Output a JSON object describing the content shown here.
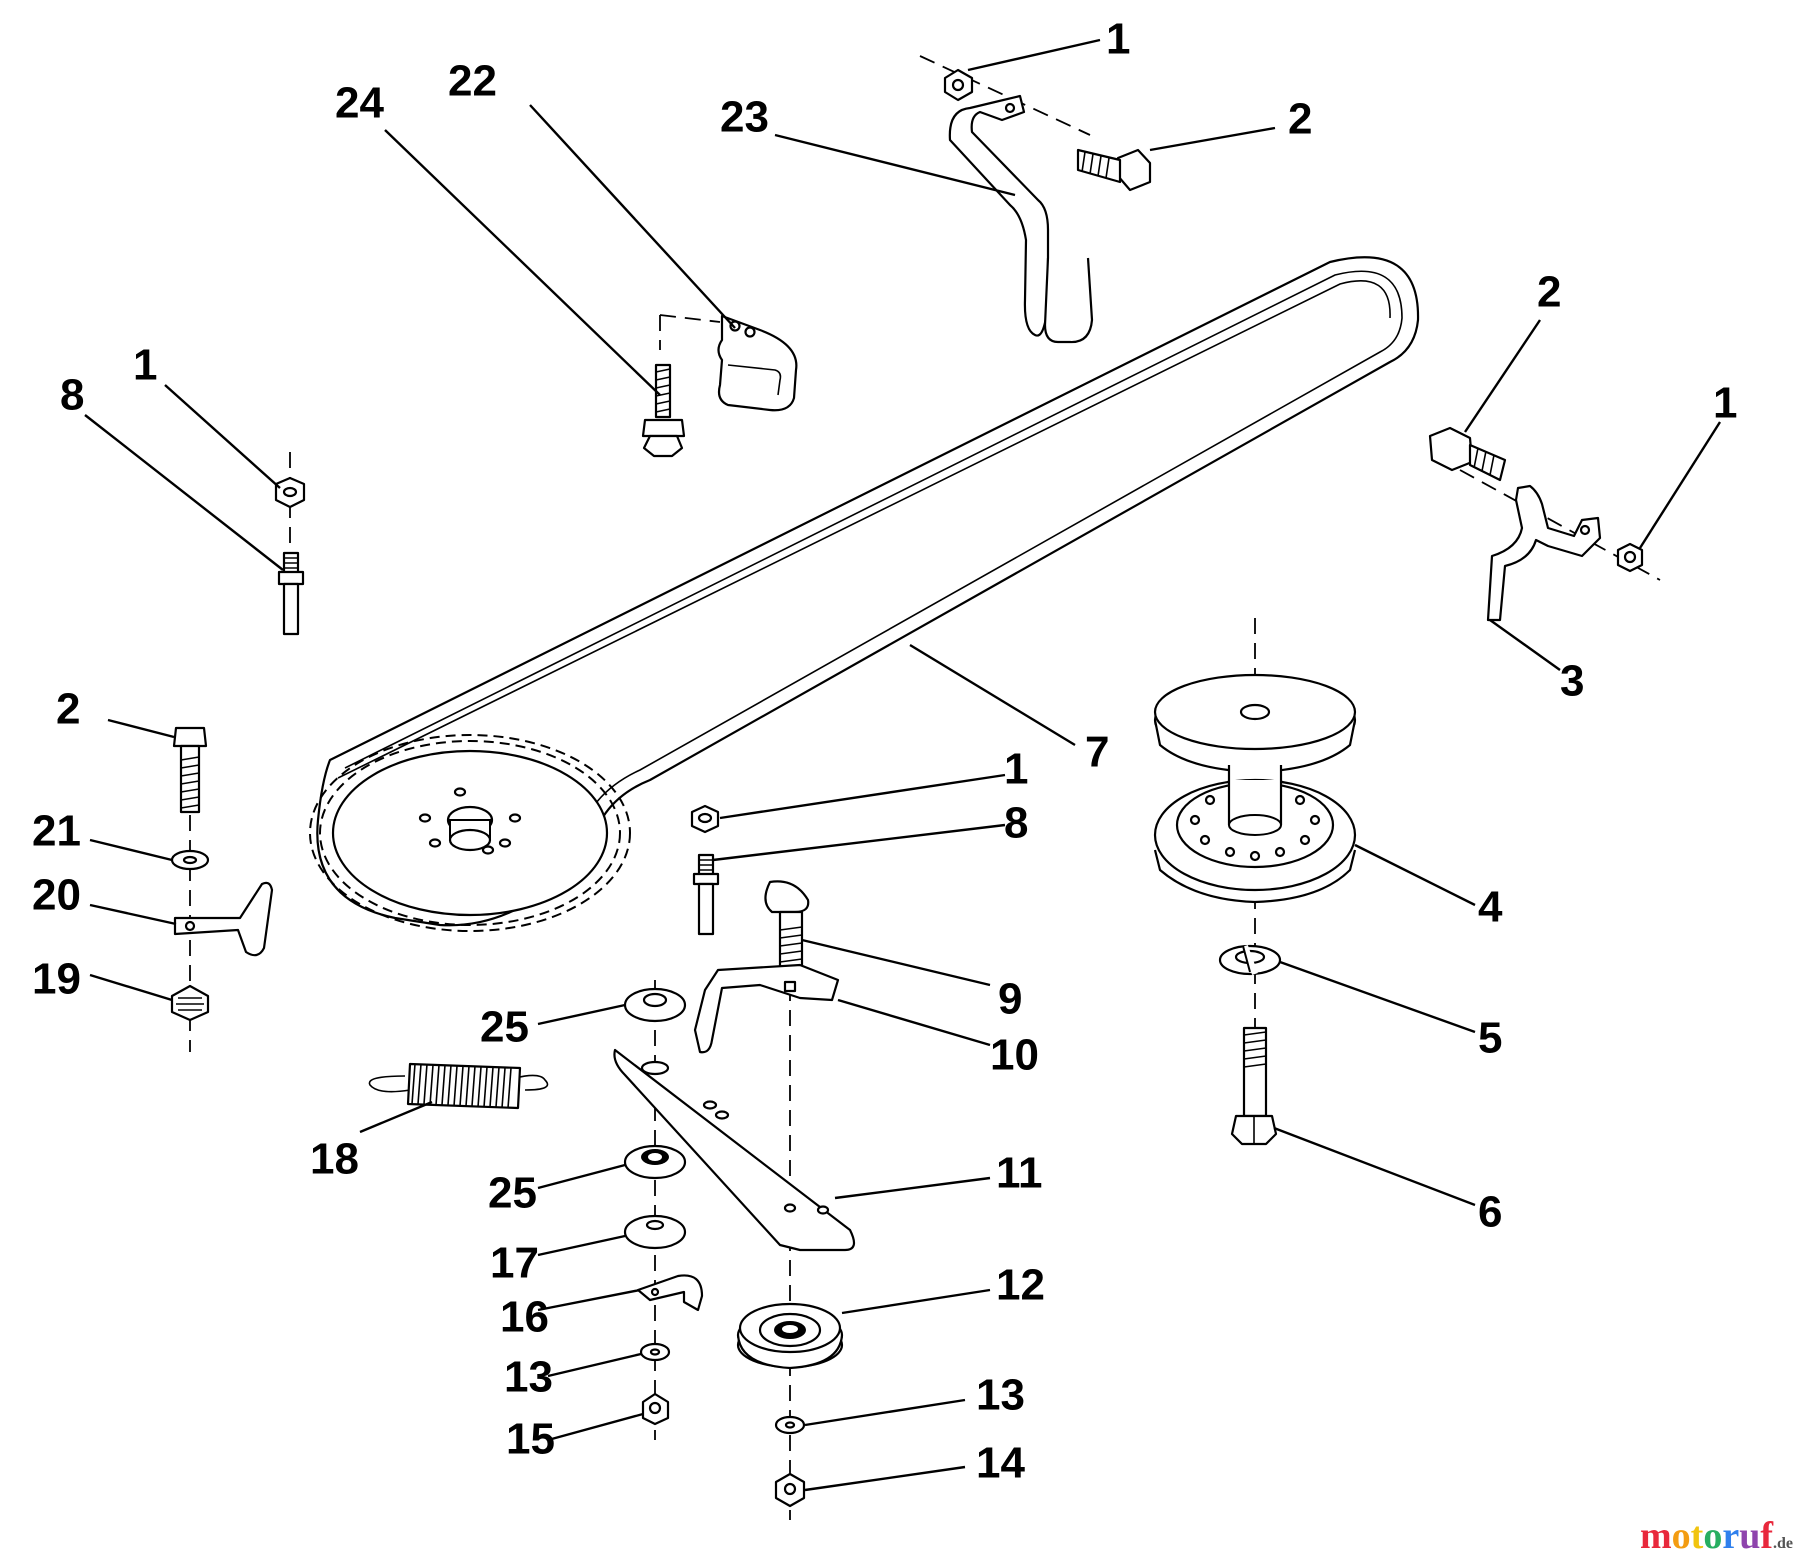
{
  "diagram": {
    "callouts": {
      "c1_top": "1",
      "c2_top": "2",
      "c23": "23",
      "c22": "22",
      "c24": "24",
      "c1_left": "1",
      "c8_left": "8",
      "c2_right": "2",
      "c1_right": "1",
      "c3": "3",
      "c2_left": "2",
      "c21": "21",
      "c20": "20",
      "c19": "19",
      "c7": "7",
      "c1_mid": "1",
      "c8_mid": "8",
      "c4": "4",
      "c5": "5",
      "c9": "9",
      "c10": "10",
      "c6": "6",
      "c25_top": "25",
      "c18": "18",
      "c25_mid": "25",
      "c11": "11",
      "c17": "17",
      "c16": "16",
      "c12": "12",
      "c13_left": "13",
      "c13_right": "13",
      "c15": "15",
      "c14": "14"
    },
    "watermark": {
      "name": "motoruf",
      "suffix": ".de",
      "colors": [
        "#e8283c",
        "#f39c12",
        "#f1c40f",
        "#27ae60",
        "#2f80ed",
        "#8e44ad"
      ]
    }
  }
}
